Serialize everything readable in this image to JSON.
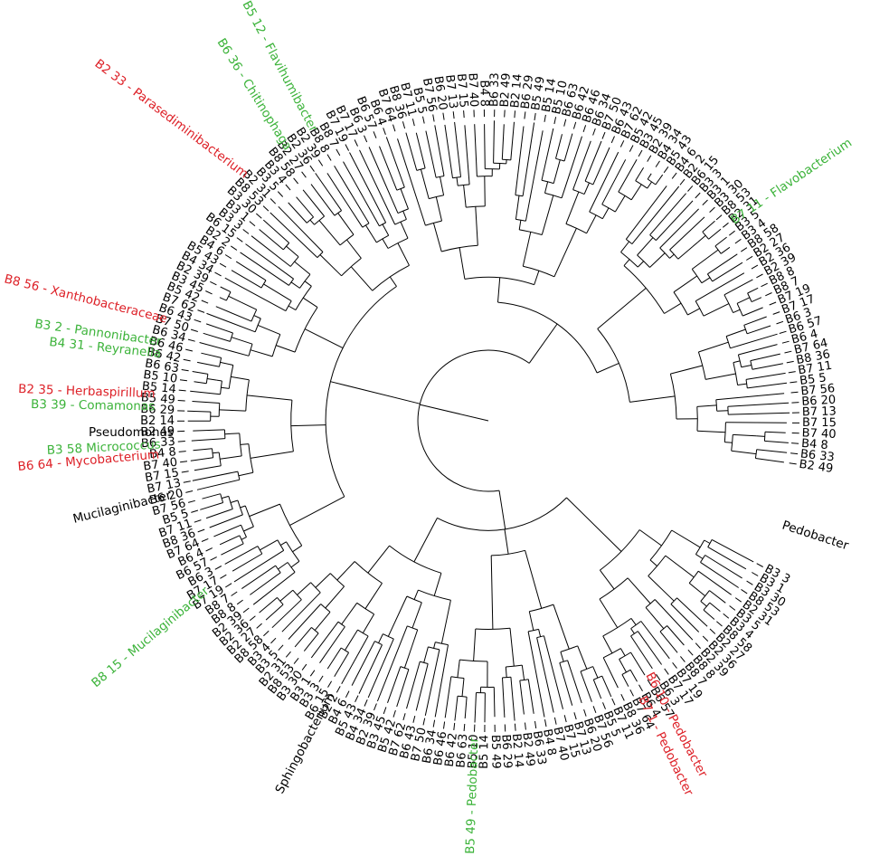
{
  "tree": {
    "colors": {
      "black": "#000000",
      "red": "#dd1f26",
      "green": "#3cb33a"
    },
    "highlighted_labels": [
      {
        "key": "b5_12",
        "text": "B5 12 - Flavihumibacter",
        "color": "green"
      },
      {
        "key": "b6_36",
        "text": "B6 36 - Chitinophaga",
        "color": "green"
      },
      {
        "key": "b2_33",
        "text": "B2 33 - Parasediminibacterium",
        "color": "red"
      },
      {
        "key": "b8_56",
        "text": "B8 56 - Xanthobacteraceae",
        "color": "red"
      },
      {
        "key": "b3_2",
        "text": "B3 2 - Pannonibacter",
        "color": "green"
      },
      {
        "key": "b4_31",
        "text": "B4 31 - Reyranella",
        "color": "green"
      },
      {
        "key": "b2_35",
        "text": "B2 35 - Herbaspirillum",
        "color": "red"
      },
      {
        "key": "b3_39",
        "text": "B3 39 - Comamonas",
        "color": "green"
      },
      {
        "key": "pseudomonas",
        "text": "Pseudomonas",
        "color": "black"
      },
      {
        "key": "b3_58",
        "text": "B3 58 Micrococcus",
        "color": "green"
      },
      {
        "key": "b6_64",
        "text": "B6 64 - Mycobacterium",
        "color": "red"
      },
      {
        "key": "mucilaginibacter",
        "text": "Mucilaginibacter",
        "color": "black"
      },
      {
        "key": "b8_15",
        "text": "B8 15 - Mucilaginibacter",
        "color": "green"
      },
      {
        "key": "sphingobacterium",
        "text": "Sphingobacterium",
        "color": "black"
      },
      {
        "key": "b5_49",
        "text": "B5 49 - Pedobacter",
        "color": "green"
      },
      {
        "key": "b6_10",
        "text": "B6 10 - Pedobacter",
        "color": "red"
      },
      {
        "key": "b7_1",
        "text": "B7 1 - Pedobacter",
        "color": "red"
      },
      {
        "key": "pedobacter",
        "text": "Pedobacter",
        "color": "black"
      },
      {
        "key": "b7_11",
        "text": "B7 11 - Flavobacterium",
        "color": "green"
      }
    ],
    "tip_labels": [
      "B3 3",
      "B3 1",
      "B3 30",
      "B8 53",
      "B2 31",
      "B3 5",
      "B3 4",
      "B8 58",
      "B2 27",
      "B2 36",
      "B2 39",
      "B8 8",
      "B8 7",
      "B7 19",
      "B7 17",
      "B6 3",
      "B6 57",
      "B6 4",
      "B7 64",
      "B8 36",
      "B7 11",
      "B5 5",
      "B7 56",
      "B6 20",
      "B7 13",
      "B7 15",
      "B7 40",
      "B4 8",
      "B6 33",
      "B2 49",
      "B2 14",
      "B6 29",
      "B5 49",
      "B5 14",
      "B5 10",
      "B6 63",
      "B6 42",
      "B6 46",
      "B6 34",
      "B7 50",
      "B6 43",
      "B7 62",
      "B5 42",
      "B3 45",
      "B2 39",
      "B4 34",
      "B5 43",
      "B4 6",
      "B2 2",
      "B6 15"
    ]
  }
}
